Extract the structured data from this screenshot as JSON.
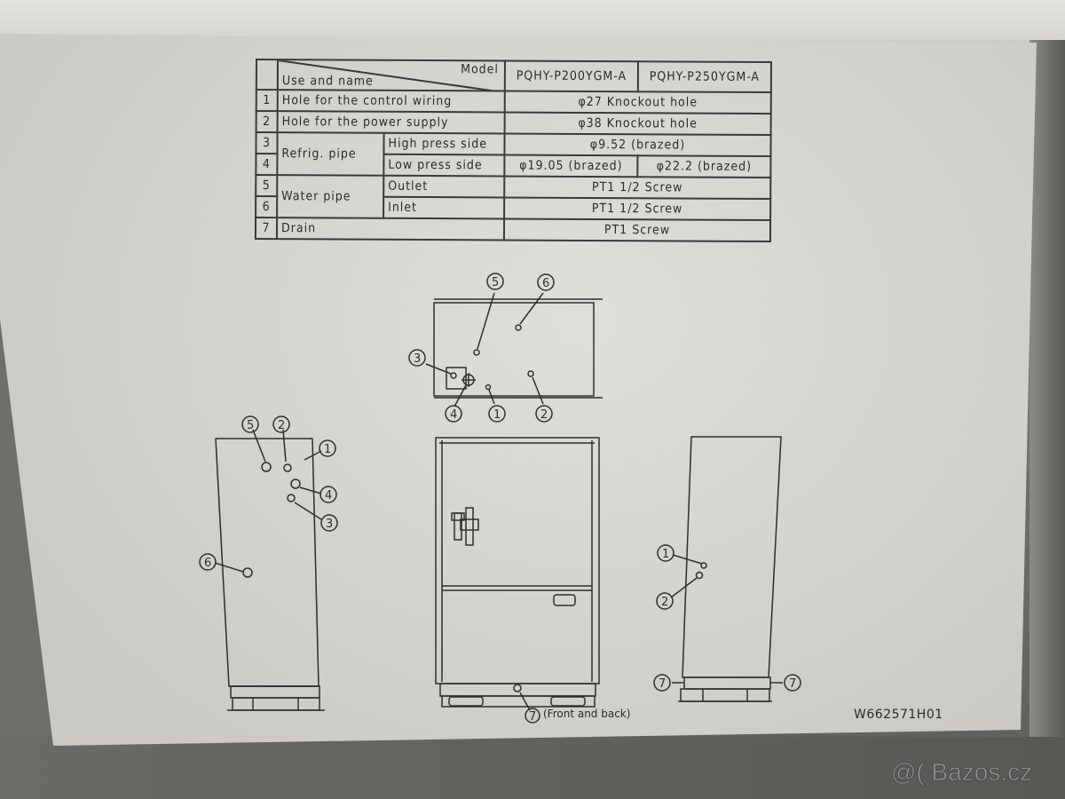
{
  "spec_table": {
    "header": {
      "model_label": "Model",
      "use_label": "Use and name",
      "models": [
        "PQHY-P200YGM-A",
        "PQHY-P250YGM-A"
      ]
    },
    "rows": [
      {
        "num": "1",
        "name": "Hole for the control wiring",
        "value": "φ27 Knockout hole"
      },
      {
        "num": "2",
        "name": "Hole for the power supply",
        "value": "φ38 Knockout hole"
      },
      {
        "num": "3",
        "group": "Refrig. pipe",
        "sub": "High press side",
        "value": "φ9.52 (brazed)"
      },
      {
        "num": "4",
        "sub": "Low press side",
        "value_p200": "φ19.05 (brazed)",
        "value_p250": "φ22.2 (brazed)"
      },
      {
        "num": "5",
        "group": "Water pipe",
        "sub": "Outlet",
        "value": "PT1 1/2 Screw"
      },
      {
        "num": "6",
        "sub": "Inlet",
        "value": "PT1 1/2 Screw"
      },
      {
        "num": "7",
        "name": "Drain",
        "value": "PT1 Screw"
      }
    ]
  },
  "views": {
    "top_view": {
      "callouts": [
        "5",
        "6",
        "3",
        "4",
        "1",
        "2"
      ]
    },
    "left_view": {
      "callouts": [
        "5",
        "2",
        "1",
        "4",
        "3",
        "6"
      ]
    },
    "front_view": {
      "callouts": [
        "7"
      ],
      "note": "(Front and back)"
    },
    "right_view": {
      "callouts": [
        "1",
        "2",
        "7",
        "7"
      ]
    }
  },
  "document_number": "W662571H01",
  "watermark": "@( Bazos.cz"
}
